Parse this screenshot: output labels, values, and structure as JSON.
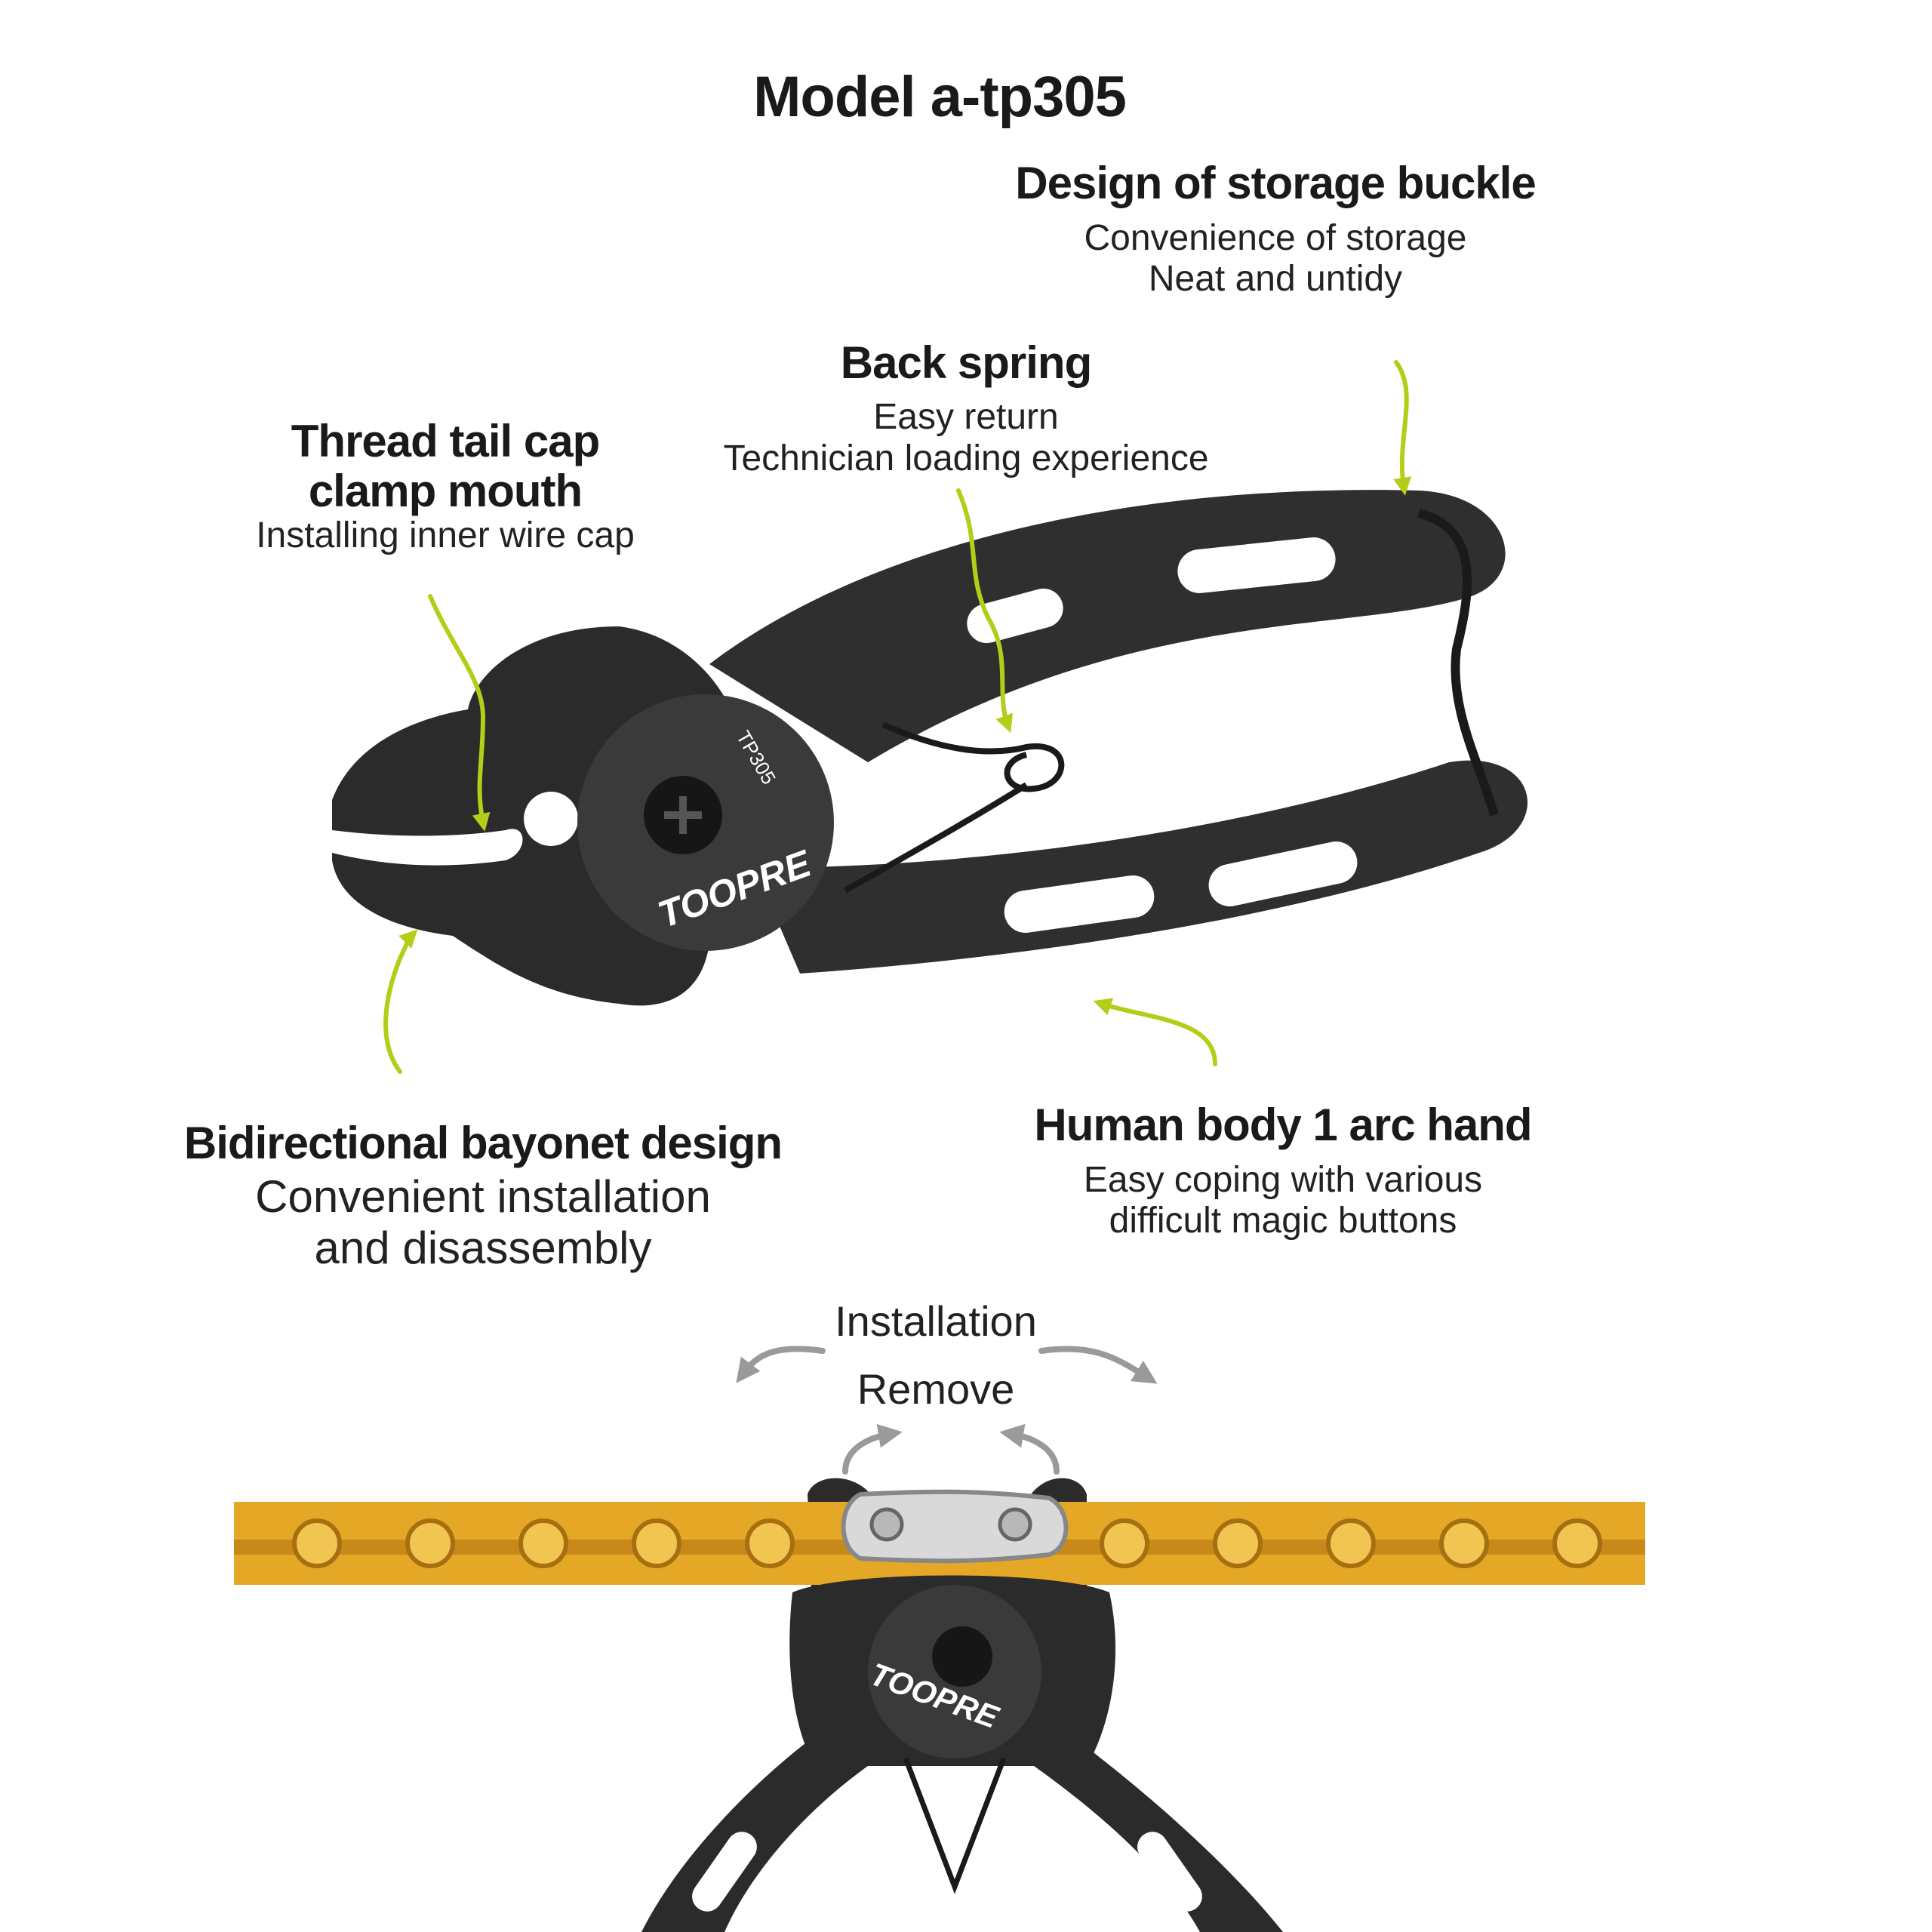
{
  "title": "Model a-tp305",
  "callouts": {
    "storage": {
      "heading": "Design of storage buckle",
      "lines": [
        "Convenience of storage",
        "Neat and untidy"
      ]
    },
    "spring": {
      "heading": "Back spring",
      "lines": [
        "Easy return",
        "Technician loading experience"
      ]
    },
    "clamp": {
      "heading_lines": [
        "Thread tail cap",
        "clamp mouth"
      ],
      "lines": [
        "Installing inner wire cap"
      ]
    },
    "bayonet": {
      "heading": "Bidirectional bayonet design",
      "lines": [
        "Convenient installation",
        "and disassembly"
      ]
    },
    "arc": {
      "heading": "Human body 1 arc hand",
      "lines": [
        "Easy coping with various",
        "difficult magic buttons"
      ]
    }
  },
  "operations": {
    "install": "Installation",
    "remove": "Remove"
  },
  "branding": {
    "logo": "TOOPRE",
    "model_stamp": "TP305"
  },
  "colors": {
    "arrow": "#b5cc18",
    "tool": "#2b2b2b",
    "chain": "#e4a826",
    "grey_arrow": "#9a9a9a"
  }
}
